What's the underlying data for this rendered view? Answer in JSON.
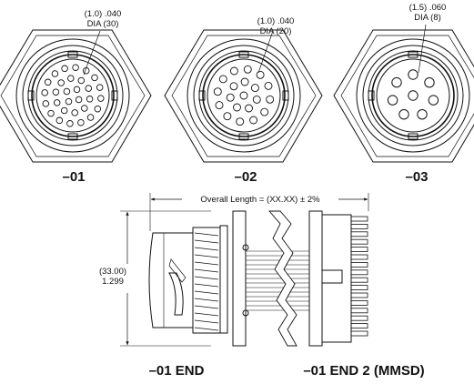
{
  "views": [
    {
      "id": "01",
      "label": "–01",
      "callout_line1": "(1.0) .040",
      "callout_line2": "DIA (30)",
      "pin_count": 30
    },
    {
      "id": "02",
      "label": "–02",
      "callout_line1": "(1.0) .040",
      "callout_line2": "DIA (20)",
      "pin_count": 20
    },
    {
      "id": "03",
      "label": "–03",
      "callout_line1": "(1.5) .060",
      "callout_line2": "DIA (8)",
      "pin_count": 8
    }
  ],
  "side_view": {
    "overall_length": "Overall Length = (XX.XX) ± 2%",
    "height_metric": "(33.00)",
    "height_inch": "1.299",
    "end_label_left": "–01 END",
    "end_label_right": "–01 END 2 (MMSD)"
  }
}
